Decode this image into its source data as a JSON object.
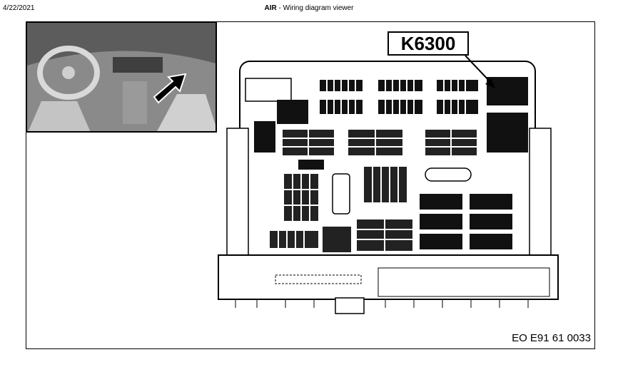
{
  "header": {
    "date": "4/22/2021",
    "title_bold": "AIR",
    "title_rest": " - Wiring diagram viewer"
  },
  "diagram": {
    "callout_label": "K6300",
    "caption": "EO E91 61 0033"
  }
}
